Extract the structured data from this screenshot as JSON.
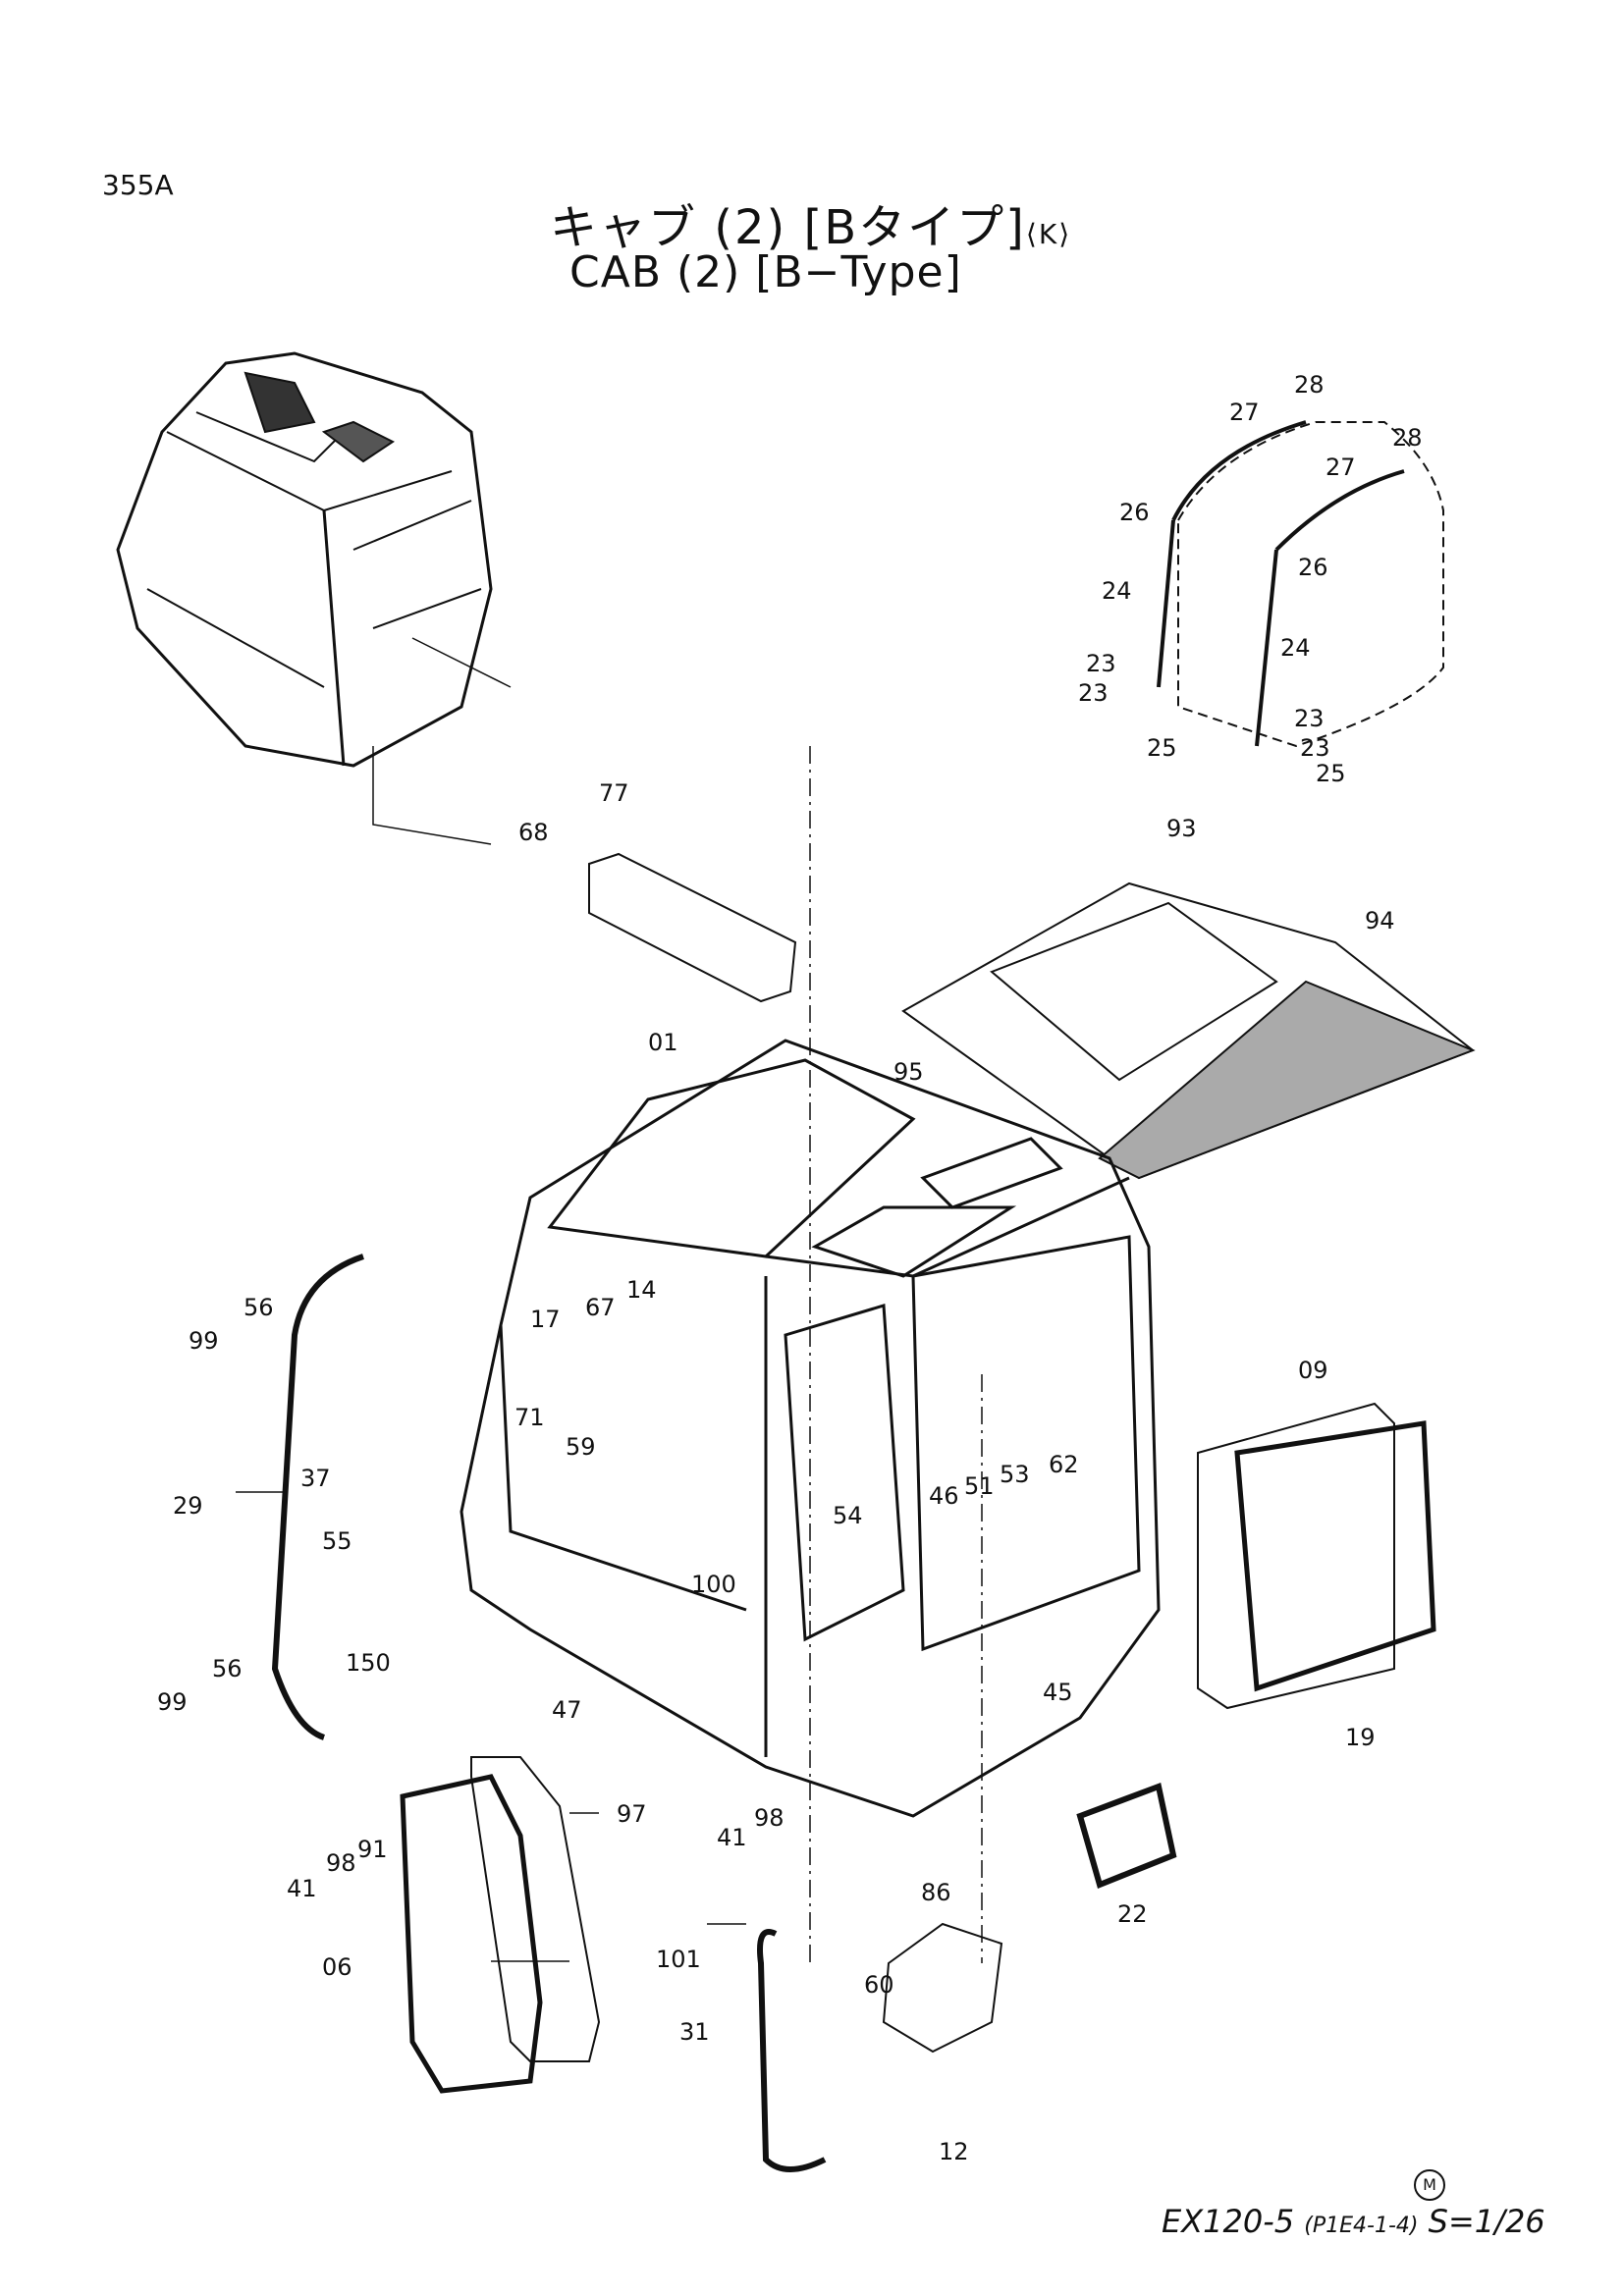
{
  "header": {
    "page_id": "355A",
    "title_jp": "キャブ (2) [Bタイプ]",
    "title_jp_suffix": "⟨K⟩",
    "title_en": "CAB (2) [B−Type]"
  },
  "callouts": [
    {
      "id": "c-28a",
      "label": "28"
    },
    {
      "id": "c-27a",
      "label": "27"
    },
    {
      "id": "c-28b",
      "label": "28"
    },
    {
      "id": "c-27b",
      "label": "27"
    },
    {
      "id": "c-26a",
      "label": "26"
    },
    {
      "id": "c-26b",
      "label": "26"
    },
    {
      "id": "c-24a",
      "label": "24"
    },
    {
      "id": "c-24b",
      "label": "24"
    },
    {
      "id": "c-23a",
      "label": "23"
    },
    {
      "id": "c-23b",
      "label": "23"
    },
    {
      "id": "c-23c",
      "label": "23"
    },
    {
      "id": "c-23d",
      "label": "23"
    },
    {
      "id": "c-25a",
      "label": "25"
    },
    {
      "id": "c-25b",
      "label": "25"
    },
    {
      "id": "c-77",
      "label": "77"
    },
    {
      "id": "c-68",
      "label": "68"
    },
    {
      "id": "c-93",
      "label": "93"
    },
    {
      "id": "c-94",
      "label": "94"
    },
    {
      "id": "c-01",
      "label": "01"
    },
    {
      "id": "c-95",
      "label": "95"
    },
    {
      "id": "c-56a",
      "label": "56"
    },
    {
      "id": "c-99a",
      "label": "99"
    },
    {
      "id": "c-17",
      "label": "17"
    },
    {
      "id": "c-67",
      "label": "67"
    },
    {
      "id": "c-14",
      "label": "14"
    },
    {
      "id": "c-71",
      "label": "71"
    },
    {
      "id": "c-59",
      "label": "59"
    },
    {
      "id": "c-37",
      "label": "37"
    },
    {
      "id": "c-29",
      "label": "29"
    },
    {
      "id": "c-55",
      "label": "55"
    },
    {
      "id": "c-62",
      "label": "62"
    },
    {
      "id": "c-46",
      "label": "46"
    },
    {
      "id": "c-51",
      "label": "51"
    },
    {
      "id": "c-53",
      "label": "53"
    },
    {
      "id": "c-54",
      "label": "54"
    },
    {
      "id": "c-09",
      "label": "09"
    },
    {
      "id": "c-100",
      "label": "100"
    },
    {
      "id": "c-150",
      "label": "150"
    },
    {
      "id": "c-56b",
      "label": "56"
    },
    {
      "id": "c-99b",
      "label": "99"
    },
    {
      "id": "c-47",
      "label": "47"
    },
    {
      "id": "c-45",
      "label": "45"
    },
    {
      "id": "c-19",
      "label": "19"
    },
    {
      "id": "c-41a",
      "label": "41"
    },
    {
      "id": "c-98a",
      "label": "98"
    },
    {
      "id": "c-91",
      "label": "91"
    },
    {
      "id": "c-97",
      "label": "97"
    },
    {
      "id": "c-41b",
      "label": "41"
    },
    {
      "id": "c-98b",
      "label": "98"
    },
    {
      "id": "c-22",
      "label": "22"
    },
    {
      "id": "c-86",
      "label": "86"
    },
    {
      "id": "c-06",
      "label": "06"
    },
    {
      "id": "c-101",
      "label": "101"
    },
    {
      "id": "c-60",
      "label": "60"
    },
    {
      "id": "c-31",
      "label": "31"
    },
    {
      "id": "c-12",
      "label": "12"
    }
  ],
  "footer": {
    "model": "EX120-5",
    "ref": "(P1E4-1-4)",
    "sheet": "S=1/26",
    "mark": "M"
  }
}
